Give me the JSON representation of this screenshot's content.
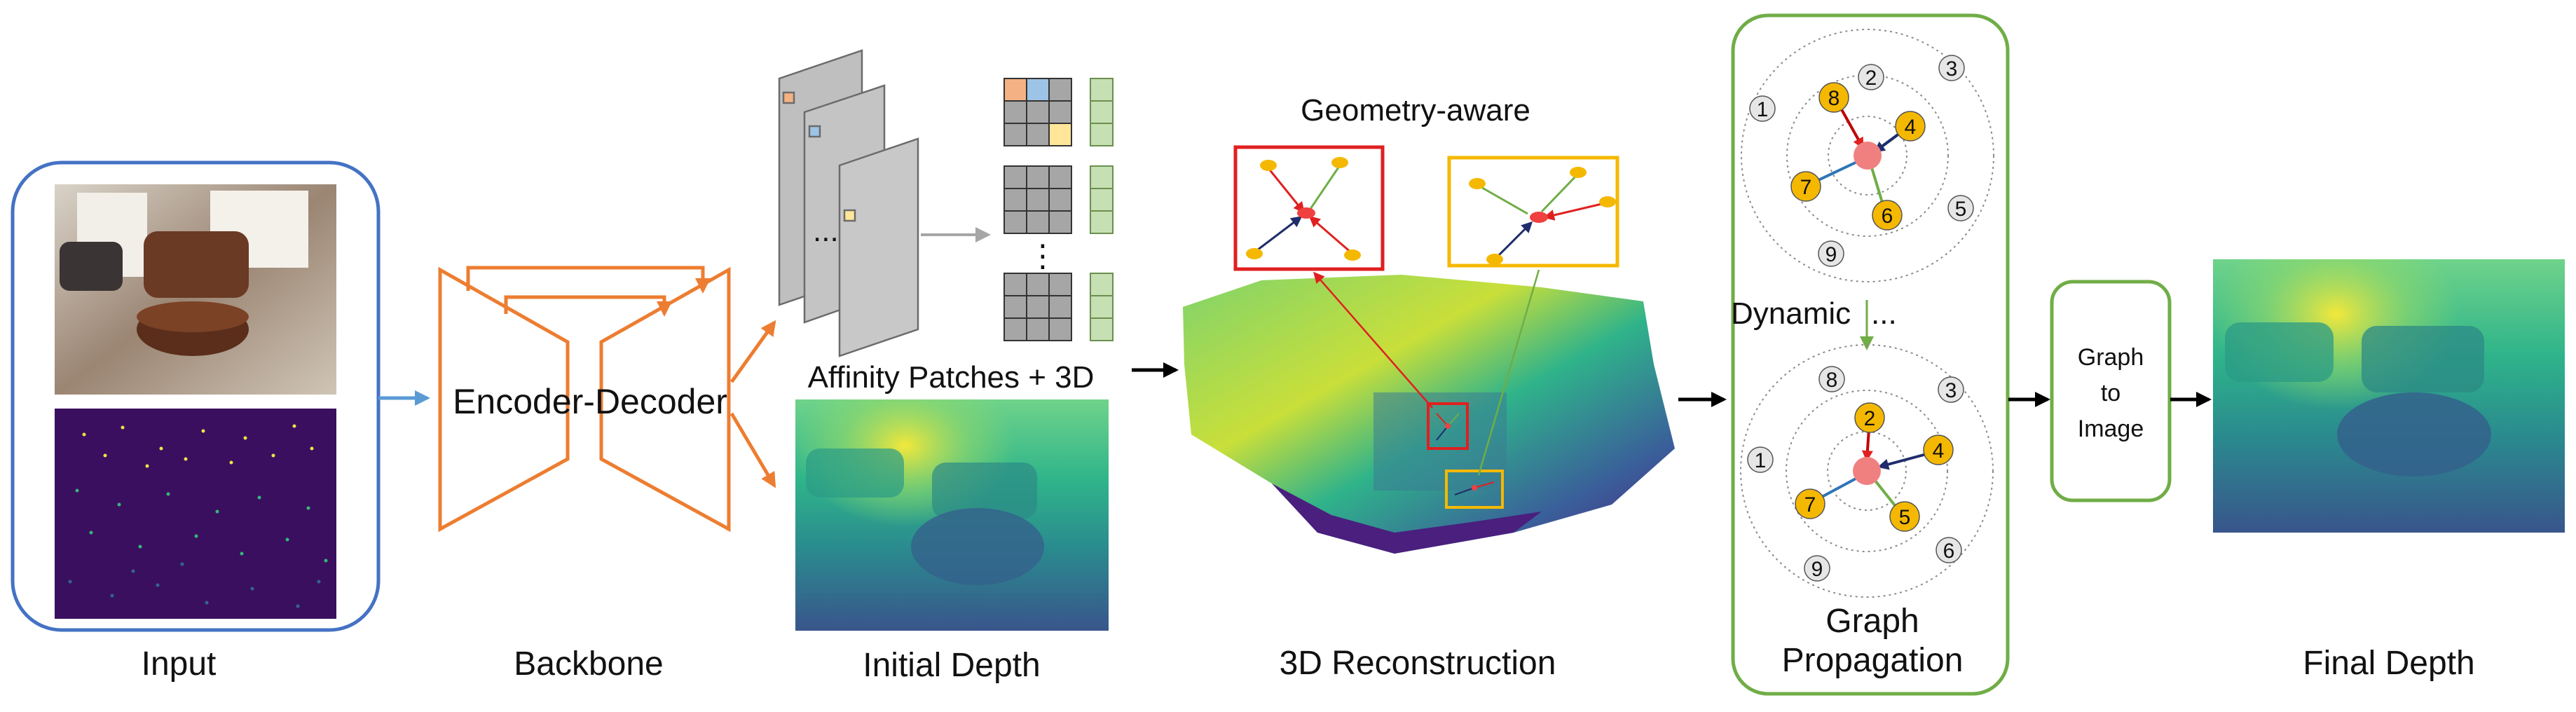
{
  "stages": {
    "input": "Input",
    "backbone": "Backbone",
    "initial_depth": "Initial Depth",
    "reconstruction": "3D Reconstruction",
    "graph_propagation_line1": "Graph",
    "graph_propagation_line2": "Propagation",
    "final_depth": "Final Depth"
  },
  "labels": {
    "encoder_decoder": "Encoder-Decoder",
    "affinity": "Affinity Patches + 3D",
    "geometry_aware": "Geometry-aware",
    "dynamic": "Dynamic",
    "dynamic_ellipsis": "...",
    "vertical_ellipsis": "⋮",
    "patch_ellipsis": "...",
    "graph_to_image_1": "Graph",
    "graph_to_image_2": "to",
    "graph_to_image_3": "Image"
  },
  "graph_top": {
    "node_labels": [
      "1",
      "2",
      "3",
      "4",
      "5",
      "6",
      "7",
      "8",
      "9"
    ],
    "highlighted": [
      "4",
      "6",
      "7",
      "8"
    ]
  },
  "graph_bottom": {
    "node_labels": [
      "1",
      "2",
      "3",
      "4",
      "5",
      "6",
      "7",
      "8",
      "9"
    ],
    "highlighted": [
      "2",
      "4",
      "5",
      "7"
    ]
  },
  "colors": {
    "input_box": "#4472c4",
    "backbone": "#ed7d31",
    "graph_box": "#70ad47",
    "highlight_node": "#f5b800",
    "gray_node": "#e6e6e6",
    "center_node": "#f08080",
    "red_frame": "#e02020",
    "yellow_frame": "#f5b800"
  }
}
